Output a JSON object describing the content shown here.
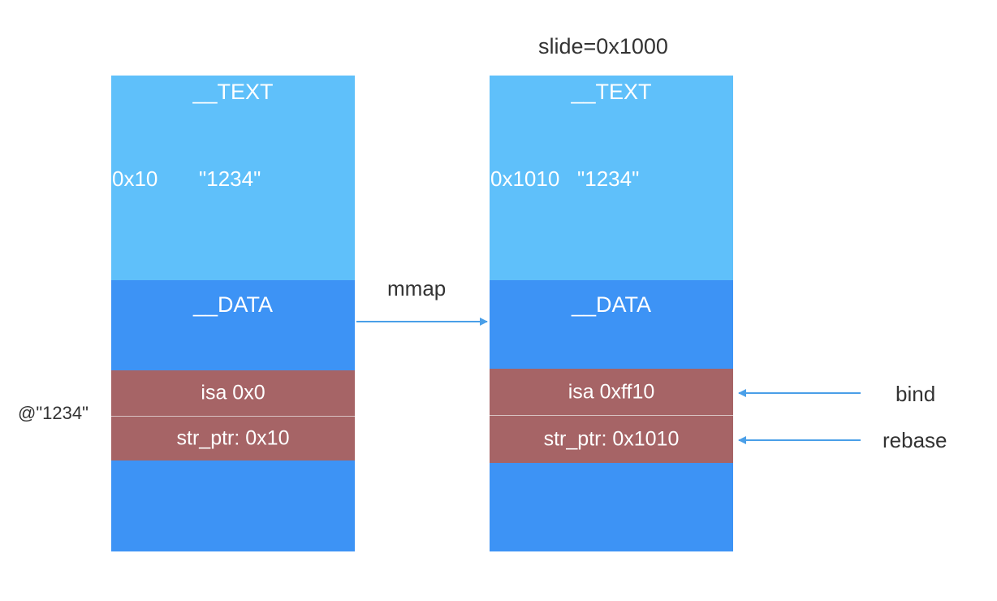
{
  "left_image": {
    "text_segment": "__TEXT",
    "address": "0x10",
    "string_value": "\"1234\"",
    "data_segment": "__DATA",
    "isa": "isa 0x0",
    "str_ptr": "str_ptr: 0x10",
    "object_label": "@\"1234\""
  },
  "right_image": {
    "slide": "slide=0x1000",
    "text_segment": "__TEXT",
    "address": "0x1010",
    "string_value": "\"1234\"",
    "data_segment": "__DATA",
    "isa": "isa 0xff10",
    "str_ptr": "str_ptr: 0x1010"
  },
  "mmap_label": "mmap",
  "bind_label": "bind",
  "rebase_label": "rebase",
  "colors": {
    "text_segment": "#5fc0fa",
    "data_segment": "#3d93f5",
    "object_fields": "#a66466",
    "arrow": "#4a9fe8"
  }
}
